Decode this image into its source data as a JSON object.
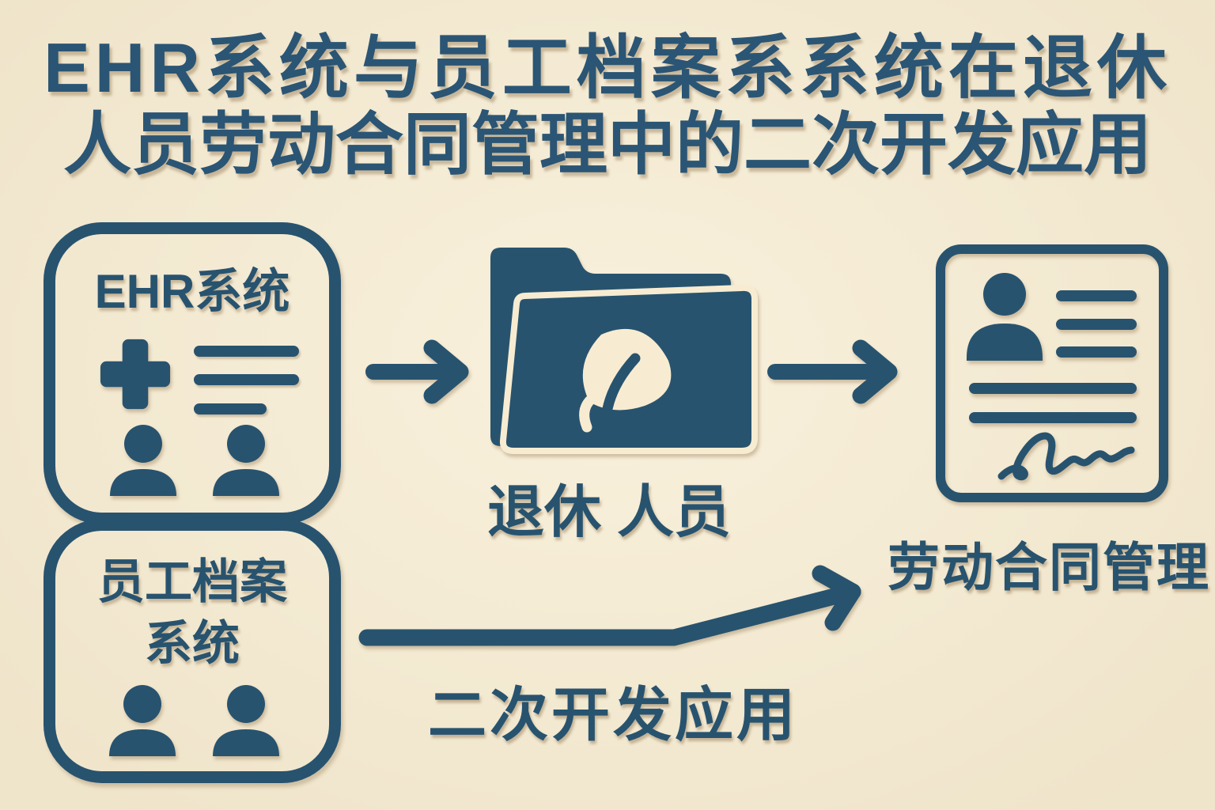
{
  "palette": {
    "bg": "#f7ecd1",
    "ink": "#28536f",
    "title_ink": "#2b5574"
  },
  "title": {
    "line1": "EHR系统与员工档案系系统在退休",
    "line2": "人员劳动合同管理中的二次开发应用"
  },
  "nodes": {
    "ehr": {
      "label": "EHR系统"
    },
    "archive": {
      "line1": "员工档案",
      "line2": "系统"
    },
    "retired": {
      "label": "退休 人员"
    },
    "contract": {
      "label": "劳动合同管理"
    }
  },
  "flows": {
    "secondary_dev": {
      "label": "二次开发应用"
    }
  },
  "icons": {
    "medical_cross": "plus-cross glyph",
    "record_lines": "three horizontal bars",
    "person": "user silhouette (head + shoulders)",
    "folder": "open folder with leaf cutout",
    "leaf": "leaf with stem and vein",
    "contract_card": "document card with avatar, text lines, signature",
    "signature": "cursive squiggle",
    "arrow_right": "straight chevron arrow",
    "arrow_bent": "bent rising chevron arrow"
  }
}
